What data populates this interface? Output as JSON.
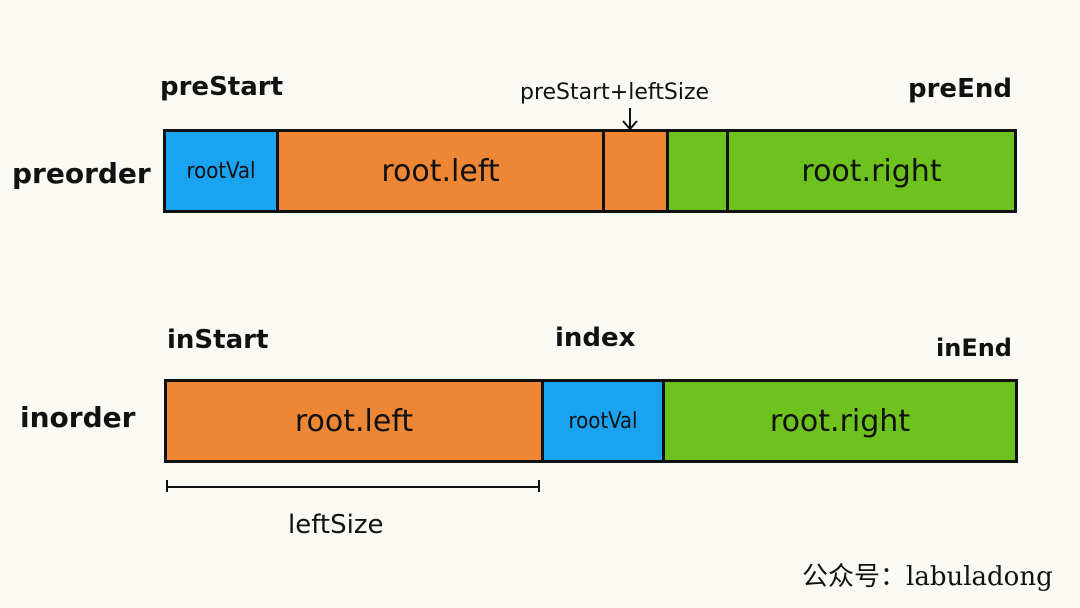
{
  "preorder": {
    "row_label": "preorder",
    "start_label": "preStart",
    "mid_label": "preStart+leftSize",
    "end_label": "preEnd",
    "segments": {
      "root_val": "rootVal",
      "left": "root.left",
      "right": "root.right"
    }
  },
  "inorder": {
    "row_label": "inorder",
    "start_label": "inStart",
    "index_label": "index",
    "end_label": "inEnd",
    "segments": {
      "left": "root.left",
      "root_val": "rootVal",
      "right": "root.right"
    },
    "brace_label": "leftSize"
  },
  "watermark": "公众号：labuladong",
  "colors": {
    "root": "#1aa3f0",
    "left": "#ee8735",
    "right": "#6ec21e",
    "background": "#fbf9f4"
  }
}
